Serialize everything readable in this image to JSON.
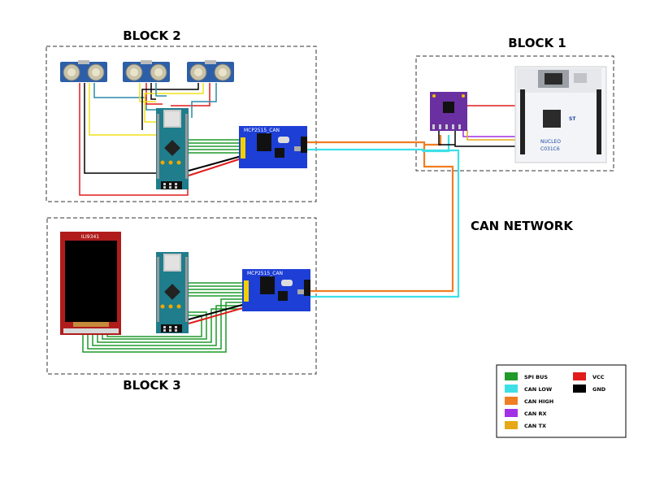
{
  "blocks": {
    "block1": "BLOCK 1",
    "block2": "BLOCK 2",
    "block3": "BLOCK 3",
    "network": "CAN NETWORK"
  },
  "components": {
    "can_module_label": "MCP2515_CAN",
    "display_label": "ILI9341",
    "nucleo_label_1": "NUCLEO",
    "nucleo_label_2": "C031C6",
    "nucleo_brand": "ST"
  },
  "legend": {
    "items": [
      {
        "label": "SPI BUS",
        "color": "#1f9a2b"
      },
      {
        "label": "CAN LOW",
        "color": "#3de0e6"
      },
      {
        "label": "CAN HIGH",
        "color": "#f07d22"
      },
      {
        "label": "CAN RX",
        "color": "#a231e6"
      },
      {
        "label": "CAN TX",
        "color": "#e6a817"
      },
      {
        "label": "VCC",
        "color": "#e21b1b"
      },
      {
        "label": "GND",
        "color": "#000000"
      }
    ]
  },
  "colors": {
    "spi": "#1f9a2b",
    "can_low": "#3de0e6",
    "can_high": "#f07d22",
    "can_rx": "#a231e6",
    "can_tx": "#e6a817",
    "vcc": "#e21b1b",
    "gnd": "#000000",
    "arduino": "#1f7d8c",
    "can_board": "#1d3fd6",
    "sensor": "#2d5fa8",
    "display_frame": "#b01c1c",
    "transceiver": "#6a2fa0"
  }
}
